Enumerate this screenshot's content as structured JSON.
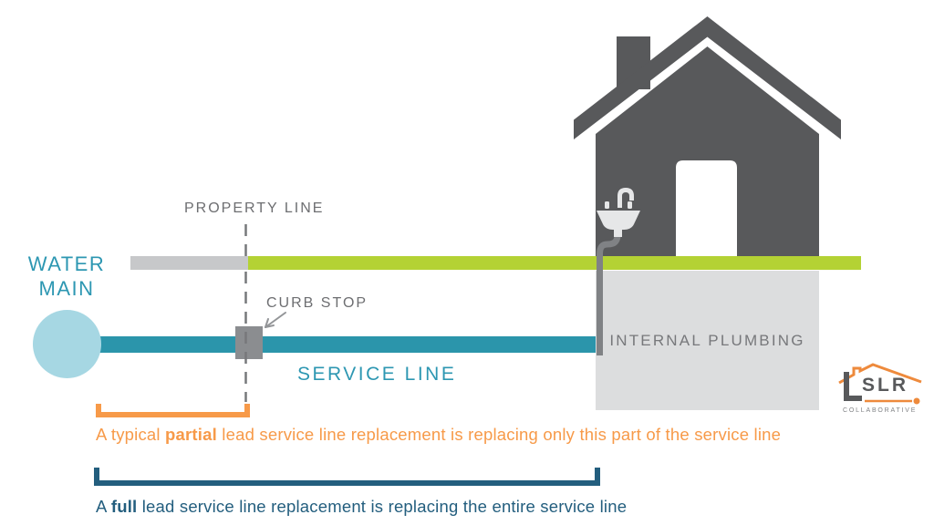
{
  "diagram": {
    "title_context": "Lead service line replacement diagram",
    "labels": {
      "water_main_line1": "WATER",
      "water_main_line2": "MAIN",
      "property_line": "PROPERTY LINE",
      "curb_stop": "CURB STOP",
      "service_line": "SERVICE LINE",
      "internal_plumbing": "INTERNAL PLUMBING"
    },
    "annotations": {
      "partial": {
        "prefix": "A typical ",
        "bold": "partial",
        "suffix": " lead service line replacement is replacing only this part of the service line"
      },
      "full": {
        "prefix": "A ",
        "bold": "full",
        "suffix": " lead service line replacement is replacing the entire service line"
      }
    },
    "logo": {
      "name": "SLR",
      "subtitle": "COLLABORATIVE"
    },
    "colors": {
      "service_pipe_teal": "#2b95ab",
      "water_main_blue": "#a6d7e3",
      "ground_green": "#b4d234",
      "street_gray": "#c7c8ca",
      "house_gray": "#58595b",
      "plumbing_box_gray": "#dcddde",
      "curb_stop_gray": "#8b8d90",
      "label_gray": "#6d6e71",
      "accent_orange": "#f79a49",
      "accent_dark_teal": "#235e7e",
      "teal_text": "#2d97b2"
    }
  }
}
